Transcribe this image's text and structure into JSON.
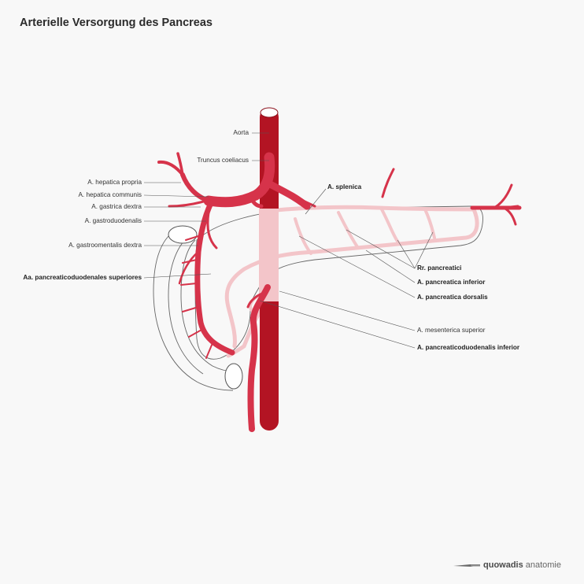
{
  "title": "Arterielle Versorgung des Pancreas",
  "labels": {
    "aorta": "Aorta",
    "truncus": "Truncus coeliacus",
    "hepatica_propria": "A. hepatica propria",
    "hepatica_communis": "A. hepatica communis",
    "gastrica_dextra": "A. gastrica dextra",
    "gastroduodenalis": "A. gastroduodenalis",
    "gastroomentalis": "A. gastroomentalis dextra",
    "pancreaticoduodenales_sup": "Aa. pancreaticoduodenales superiores",
    "splenica": "A. splenica",
    "rr_pancreatici": "Rr. pancreatici",
    "pancreatica_inferior": "A. pancreatica inferior",
    "pancreatica_dorsalis": "A. pancreatica dorsalis",
    "mesenterica_superior": "A. mesenterica superior",
    "pancreaticoduodenalis_inf": "A. pancreaticoduodenalis inferior"
  },
  "brand": {
    "name_bold": "quowadis",
    "name_light": "anatomie"
  },
  "colors": {
    "artery": "#d6334a",
    "aorta": "#b31423",
    "artery_pale": "#f3c5c9",
    "organ_outline": "#555555",
    "leader": "#555555"
  }
}
